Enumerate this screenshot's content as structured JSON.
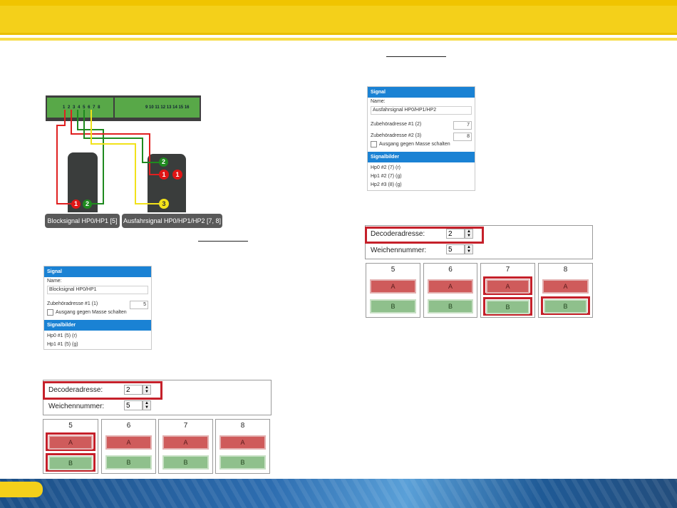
{
  "wiring": {
    "terminal_left": [
      "1",
      "2",
      "3",
      "4",
      "5",
      "6",
      "7",
      "8"
    ],
    "terminal_right": [
      "9",
      "10",
      "11",
      "12",
      "13",
      "14",
      "15",
      "16"
    ],
    "signal_left_dots": [
      "1",
      "2"
    ],
    "signal_right_dots": [
      "2",
      "1",
      "1",
      "3"
    ],
    "label_left": "Blocksignal HP0/HP1 [5]",
    "label_right": "Ausfahrsignal HP0/HP1/HP2 [7, 8]"
  },
  "panel_left": {
    "header": "Signal",
    "name_label": "Name:",
    "name_value": "Blocksignal HP0/HP1",
    "addr1_label": "Zubehöradresse #1 (1)",
    "addr1_value": "5",
    "checkbox_label": "Ausgang gegen Masse schalten",
    "sub_header": "Signalbilder",
    "bilder": [
      "Hp0 #1 (5) (r)",
      "Hp1 #1 (5) (g)"
    ]
  },
  "panel_right": {
    "header": "Signal",
    "name_label": "Name:",
    "name_value": "Ausfahrsignal HP0/HP1/HP2",
    "addr1_label": "Zubehöradresse #1 (2)",
    "addr1_value": "7",
    "addr2_label": "Zubehöradresse #2 (3)",
    "addr2_value": "8",
    "checkbox_label": "Ausgang gegen Masse schalten",
    "sub_header": "Signalbilder",
    "bilder": [
      "Hp0 #2 (7) (r)",
      "Hp1 #2 (7) (g)",
      "Hp2 #3 (8) (g)"
    ]
  },
  "decoder_left": {
    "addr_label": "Decoderadresse:",
    "addr_value": "2",
    "num_label": "Weichennummer:",
    "num_value": "5",
    "columns": [
      "5",
      "6",
      "7",
      "8"
    ],
    "btn_a": "A",
    "btn_b": "B"
  },
  "decoder_right": {
    "addr_label": "Decoderadresse:",
    "addr_value": "2",
    "num_label": "Weichennummer:",
    "num_value": "5",
    "columns": [
      "5",
      "6",
      "7",
      "8"
    ],
    "btn_a": "A",
    "btn_b": "B"
  },
  "colors": {
    "accent_yellow": "#f4d01a",
    "panel_blue": "#1a82d4",
    "highlight_red": "#c5202a"
  }
}
